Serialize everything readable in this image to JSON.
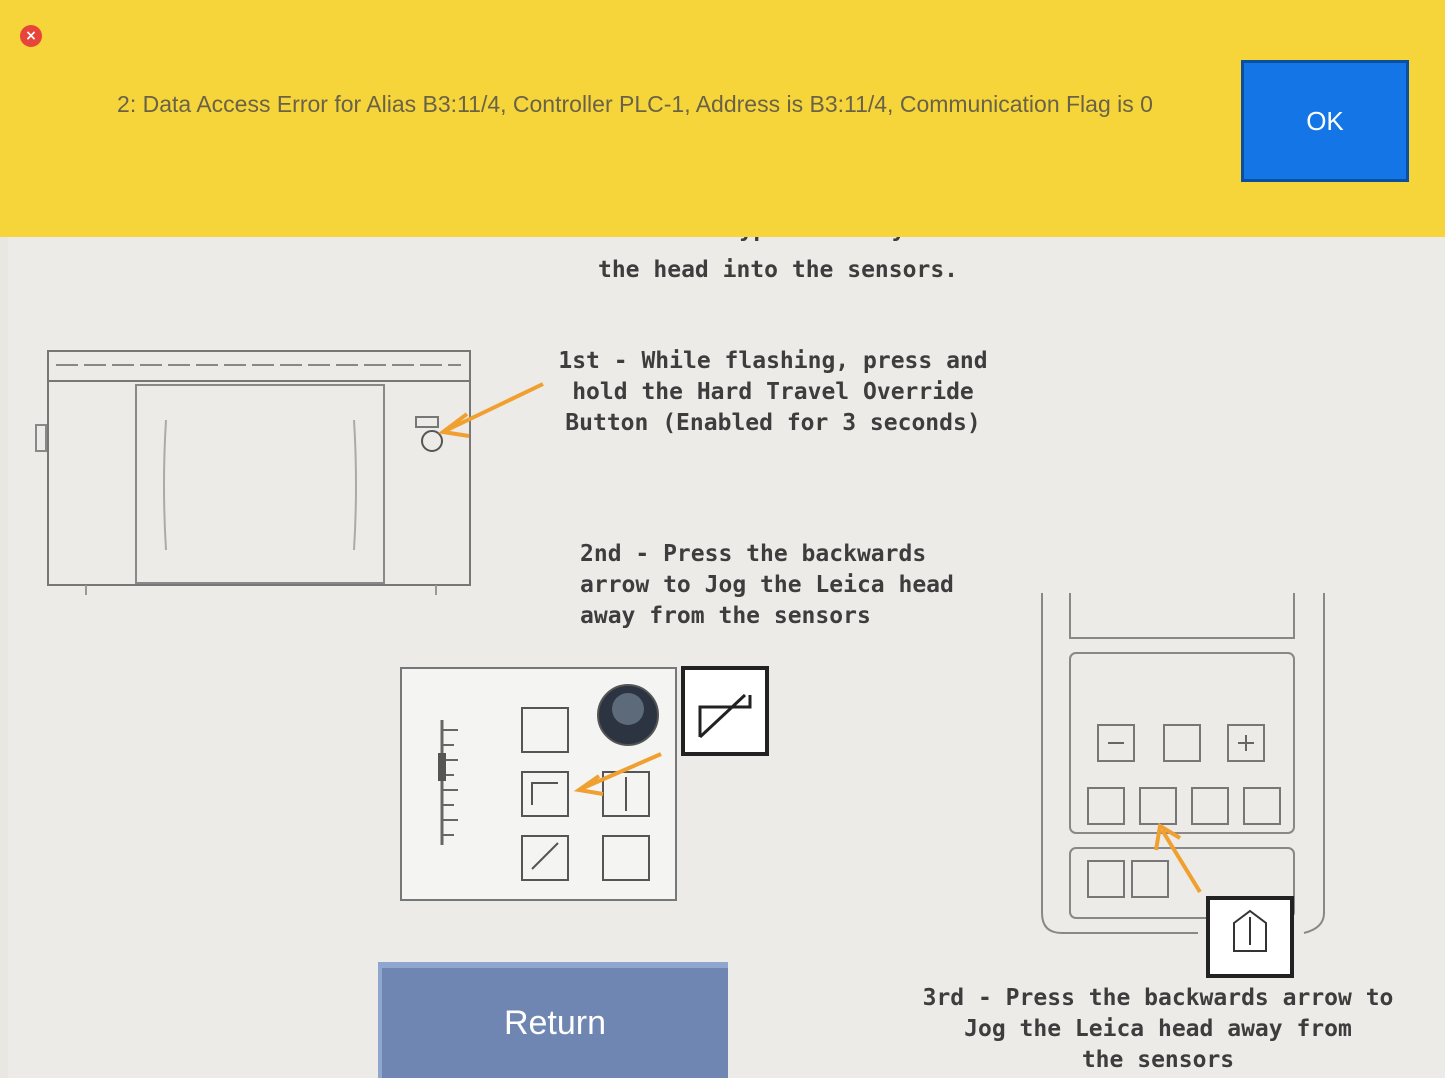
{
  "alert": {
    "message": "2: Data Access Error for Alias B3:11/4, Controller PLC-1, Address is B3:11/4, Communication Flag is 0",
    "ok_label": "OK",
    "close_glyph": "×"
  },
  "instructions": {
    "partial_line": "the sensor while bypassed or you will crash",
    "warning_tail": "the head into the sensors.",
    "step1": [
      "1st - While flashing, press and",
      "hold the Hard Travel Override",
      "Button (Enabled for 3 seconds)"
    ],
    "step2": [
      "2nd - Press the backwards",
      "arrow to Jog the Leica head",
      "away from the sensors"
    ],
    "step3": [
      "3rd - Press the backwards arrow to",
      "Jog the Leica head away from",
      "the sensors"
    ]
  },
  "return_label": "Return",
  "colors": {
    "alert_bg": "#f6d53a",
    "ok_button": "#1476e6",
    "return_button": "#6f86b3",
    "arrow": "#f0a030"
  },
  "icons": [
    "close-icon",
    "machine-diagram",
    "control-panel-diagram",
    "pendant-diagram",
    "backwards-arrow-icon"
  ]
}
